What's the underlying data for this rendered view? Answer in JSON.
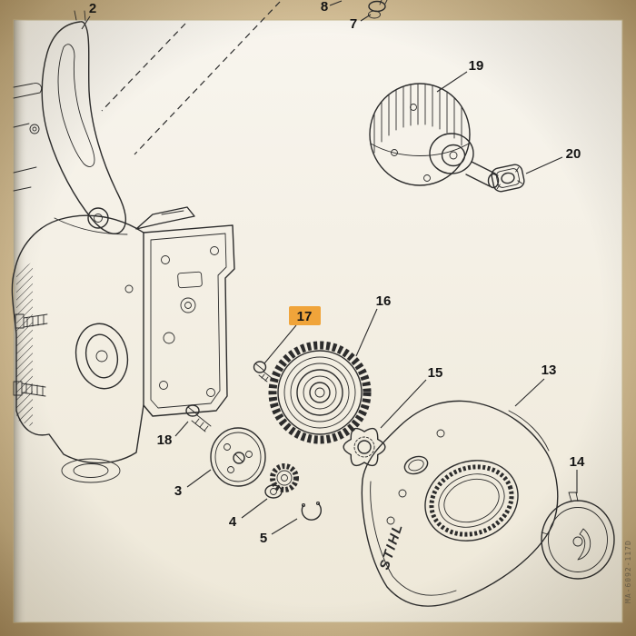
{
  "diagram": {
    "brand_logo": "STIHL",
    "doc_code": "MA-6092-117D",
    "selected_part": "17",
    "highlight_color": "#f0a43a",
    "part_labels": {
      "p2": "2",
      "p3": "3",
      "p4": "4",
      "p5": "5",
      "p7": "7",
      "p8": "8",
      "p13": "13",
      "p14": "14",
      "p15": "15",
      "p16": "16",
      "p17": "17",
      "p18": "18",
      "p19": "19",
      "p20": "20"
    }
  }
}
